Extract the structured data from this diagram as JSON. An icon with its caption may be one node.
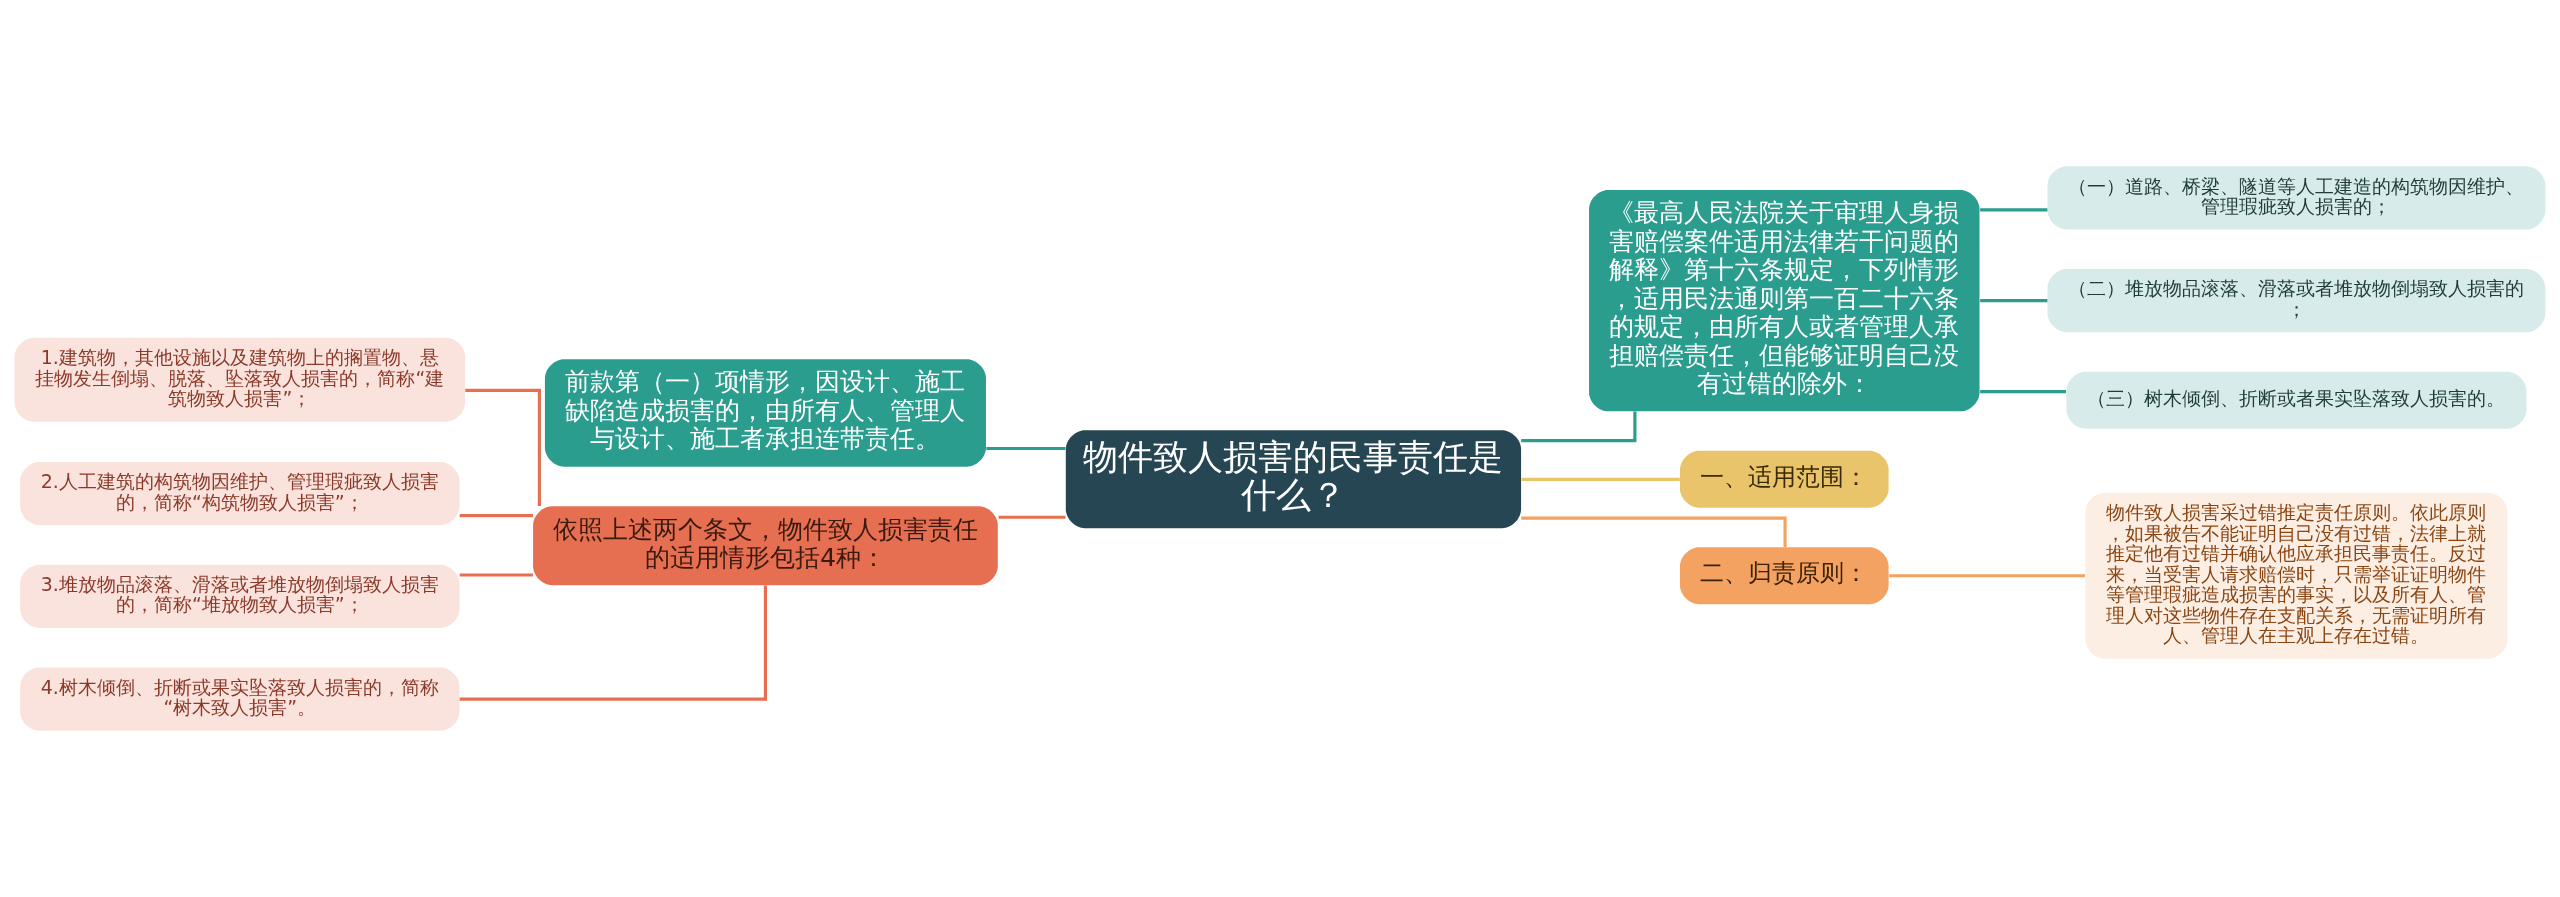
{
  "diagram": {
    "nodes": [
      {
        "text": [
          "物件致人损害的民事责任是什么？"
        ]
      },
      {
        "text": [
          "前款第（一）项情形，因设计、施工缺陷造成损害的，由所有人、管理人与设计、施工者承担连带责任。"
        ]
      },
      {
        "text": [
          "依照上述两个条文，物件致人损害责任的适用情形包括4种："
        ]
      },
      {
        "text": [
          "1.建筑物，其他设施以及建筑物上的搁置物、悬挂物发生倒塌、脱落、坠落致人损害的，简称“建筑物致人损害”；"
        ]
      },
      {
        "text": [
          "2.人工建筑的构筑物因维护、管理瑕疵致人损害的，简称“构筑物致人损害”；"
        ]
      },
      {
        "text": [
          "3.堆放物品滚落、滑落或者堆放物倒塌致人损害的，简称“堆放物致人损害”；"
        ]
      },
      {
        "text": [
          "4.树木倾倒、折断或果实坠落致人损害的，简称“树木致人损害”。"
        ]
      },
      {
        "text": [
          "《最高人民法院关于审理人身损害赔偿案件适用法律若干问题的解释》第十六条规定，下列情形，适用民法通则第一百二十六条的规定，由所有人或者管理人承担赔偿责任，但能够证明自己没有过错的除外："
        ]
      },
      {
        "text": [
          "（一）道路、桥梁、隧道等人工建造的构筑物因维护、管理瑕疵致人损害的；"
        ]
      },
      {
        "text": [
          "（二）堆放物品滚落、滑落或者堆放物倒塌致人损害的；"
        ]
      },
      {
        "text": [
          "（三）树木倾倒、折断或者果实坠落致人损害的。"
        ]
      },
      {
        "text": [
          "一、适用范围："
        ]
      },
      {
        "text": [
          "二、归责原则："
        ]
      },
      {
        "text": [
          "物件致人损害采过错推定责任原则。依此原则，如果被告不能证明自己没有过错，法律上就推定他有过错并确认他应承担民事责任。反过来，当受害人请求赔偿时，只需举证证明物件等管理瑕疵造成损害的事实，以及所有人、管理人对这些物件存在支配关系，无需证明所有人、管理人在主观上存在过错。"
        ]
      }
    ],
    "edges": [
      {
        "from": 0,
        "to": 1,
        "arrow": "none"
      },
      {
        "from": 0,
        "to": 2,
        "arrow": "none",
        "color": "#e76f51"
      },
      {
        "from": 2,
        "to": 3,
        "arrow": "none",
        "color": "#e76f51"
      },
      {
        "from": 2,
        "to": 4,
        "arrow": "none",
        "color": "#e76f51"
      },
      {
        "from": 2,
        "to": 5,
        "arrow": "none",
        "color": "#e76f51"
      },
      {
        "from": 2,
        "to": 6,
        "arrow": "none",
        "color": "#e76f51"
      },
      {
        "from": 0,
        "to": 7,
        "arrow": "none"
      },
      {
        "from": 7,
        "to": 8,
        "arrow": "none"
      },
      {
        "from": 7,
        "to": 9,
        "arrow": "none"
      },
      {
        "from": 7,
        "to": 10,
        "arrow": "none"
      },
      {
        "from": 0,
        "to": 11,
        "arrow": "none",
        "color": "#e9c46a"
      },
      {
        "from": 0,
        "to": 12,
        "arrow": "none",
        "color": "#f4a261"
      },
      {
        "from": 12,
        "to": 13,
        "arrow": "none",
        "color": "#f4a261"
      }
    ]
  }
}
